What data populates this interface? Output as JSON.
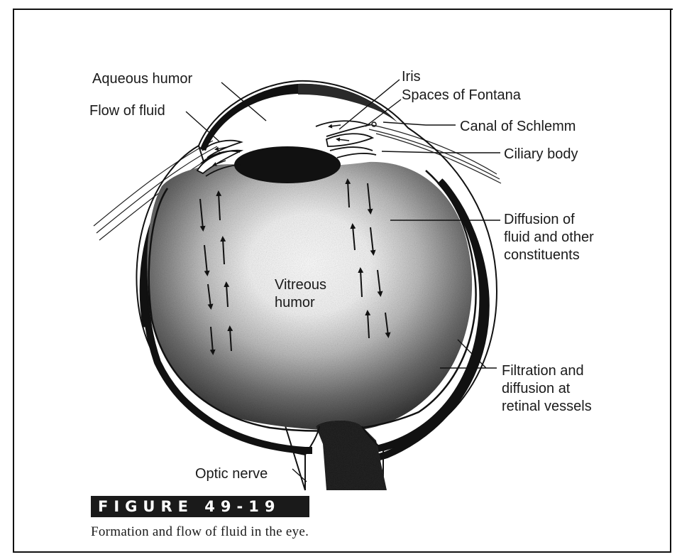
{
  "labels": {
    "aqueous_humor": "Aqueous humor",
    "flow_of_fluid": "Flow of fluid",
    "iris": "Iris",
    "spaces_of_fontana": "Spaces of Fontana",
    "canal_of_schlemm": "Canal of Schlemm",
    "ciliary_body": "Ciliary body",
    "diffusion": [
      "Diffusion of",
      "fluid and other",
      "constituents"
    ],
    "vitreous_humor": [
      "Vitreous",
      "humor"
    ],
    "filtration": [
      "Filtration and",
      "diffusion at",
      "retinal vessels"
    ],
    "optic_nerve": "Optic nerve"
  },
  "figure": {
    "badge": "FIGURE 49-19",
    "caption": "Formation and flow of fluid in the eye."
  }
}
